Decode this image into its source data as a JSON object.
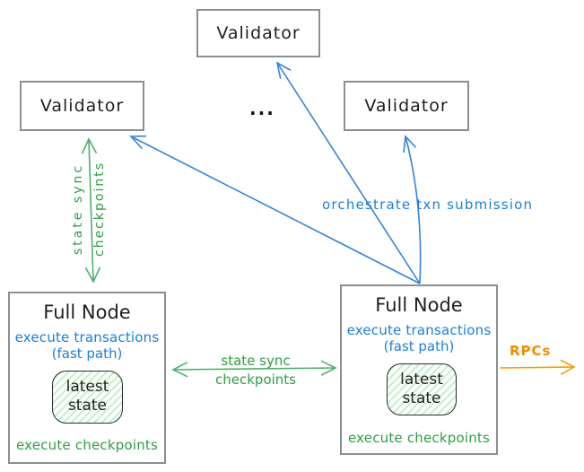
{
  "diagram": {
    "validator_top": "Validator",
    "validator_left": "Validator",
    "validator_right": "Validator",
    "ellipsis": "...",
    "full_node_left": {
      "title": "Full Node",
      "exec_line1": "execute transactions",
      "exec_line2": "(fast path)",
      "state_line1": "latest",
      "state_line2": "state",
      "checkpoints": "execute checkpoints"
    },
    "full_node_right": {
      "title": "Full Node",
      "exec_line1": "execute transactions",
      "exec_line2": "(fast path)",
      "state_line1": "latest",
      "state_line2": "state",
      "checkpoints": "execute checkpoints"
    },
    "labels": {
      "state_sync_vertical_line1": "state sync",
      "state_sync_vertical_line2": "checkpoints",
      "state_sync_horizontal_line1": "state sync",
      "state_sync_horizontal_line2": "checkpoints",
      "orchestrate": "orchestrate txn submission",
      "rpcs": "RPCs"
    },
    "colors": {
      "text_black": "#1f1f1f",
      "blue_text": "#1c7ed6",
      "blue_arrow": "#3584d6",
      "green_text": "#2f9e44",
      "green_arrow": "#4fae6d",
      "orange_text": "#f08c00",
      "orange_arrow": "#f59f00",
      "box_border": "#8a8f94"
    }
  }
}
